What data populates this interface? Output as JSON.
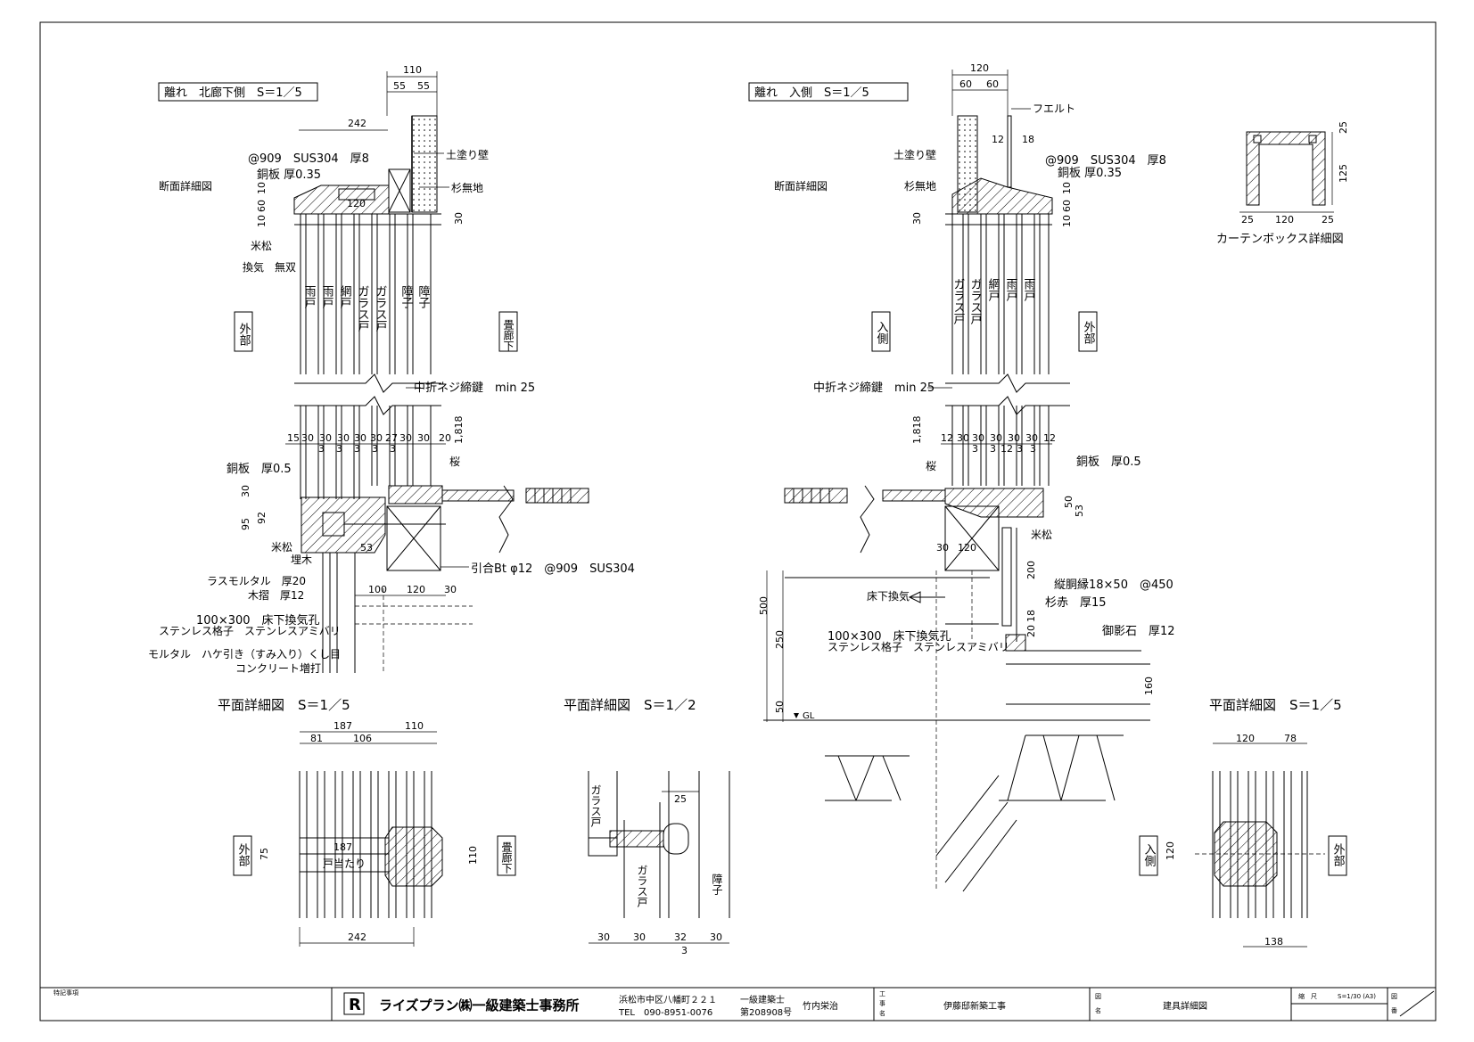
{
  "views": {
    "left_title": "離れ　北廊下側　S＝1／5",
    "right_title": "離れ　入側　S＝1／5",
    "section_label": "断面詳細図",
    "curtain_box_label": "カーテンボックス詳細図",
    "plan_left_title": "平面詳細図　S＝1／5",
    "plan_mid_title": "平面詳細図　S＝1／2",
    "plan_right_title": "平面詳細図　S＝1／5"
  },
  "left_labels": {
    "tsuchinuri": "土塗り壁",
    "sugi": "杉無地",
    "sus": "@909　SUS304　厚8",
    "douban_top": "銅板 厚0.35",
    "beimatsu": "米松",
    "kanki": "換気　無双",
    "nakaori": "中折ネジ締鍵　min 25",
    "douban_bottom": "銅板　厚0.5",
    "sakura": "桜",
    "beimatsu2": "米松",
    "umegi": "埋木",
    "hikiai": "引合Bt φ12　@909　SUS304",
    "lath": "ラスモルタル　厚20",
    "kizuri": "木摺　厚12",
    "vent1": "100×300　床下換気孔",
    "vent2": "ステンレス格子　ステンレスアミバリ",
    "mortar": "モルタル　ハケ引き（すみ入り）くし目",
    "concrete": "コンクリート増打",
    "gaibu": "外部",
    "tatami": "畳廊下",
    "doors": [
      "雨戸",
      "雨戸",
      "網戸",
      "ガラス戸",
      "ガラス戸",
      "障子",
      "障子"
    ]
  },
  "right_labels": {
    "felt": "フエルト",
    "tsuchinuri": "土塗り壁",
    "sugi": "杉無地",
    "sus": "@909　SUS304　厚8",
    "douban_top": "銅板 厚0.35",
    "nakaori": "中折ネジ締鍵　min 25",
    "sakura": "桜",
    "douban_bottom": "銅板　厚0.5",
    "beimatsu": "米松",
    "yukashita": "床下換気",
    "neda": "縦胴縁18×50　@450",
    "sugiaka": "杉赤　厚15",
    "mikage": "御影石　厚12",
    "vent1": "100×300　床下換気孔",
    "vent2": "ステンレス格子　ステンレスアミバリ",
    "iri": "入側",
    "gaibu": "外部",
    "gl": "GL",
    "doors": [
      "ガラス戸",
      "ガラス戸",
      "網戸",
      "雨戸",
      "雨戸"
    ]
  },
  "dims_left": {
    "d110": "110",
    "d55a": "55",
    "d55b": "55",
    "d242": "242",
    "d120": "120",
    "d10": "10",
    "d60": "60",
    "d10b": "10",
    "d30": "30",
    "d1818": "1,818",
    "row": [
      "15",
      "30",
      "30",
      "30",
      "30",
      "30",
      "27",
      "30",
      "30",
      "20"
    ],
    "row2": [
      "3",
      "3",
      "3",
      "3",
      "3"
    ],
    "d30b": "30",
    "d3": "3",
    "d95": "95",
    "d92": "92",
    "d53": "53",
    "d100": "100",
    "d120b": "120",
    "d30c": "30"
  },
  "dims_right": {
    "d120": "120",
    "d60a": "60",
    "d60b": "60",
    "d12": "12",
    "d18": "18",
    "d10": "10",
    "d60": "60",
    "d10b": "10",
    "d30": "30",
    "d1818": "1,818",
    "row": [
      "12",
      "30",
      "30",
      "30",
      "30",
      "30",
      "12"
    ],
    "row2": [
      "3",
      "3",
      "12",
      "3",
      "3"
    ],
    "d50": "50",
    "d53": "53",
    "d30b": "30",
    "d30c": "30",
    "d120b": "120",
    "d200": "200",
    "d18b": "18",
    "d20": "20",
    "d500": "500",
    "d250": "250",
    "d50b": "50",
    "d160": "160"
  },
  "curtain_dims": {
    "w120": "120",
    "w25a": "25",
    "w25b": "25",
    "h25": "25",
    "h125": "125"
  },
  "plan_left": {
    "d187": "187",
    "d110": "110",
    "d81": "81",
    "d106": "106",
    "d187b": "187",
    "d75": "75",
    "d110b": "110",
    "d242": "242",
    "todatari": "戸当たり",
    "gaibu": "外部",
    "tatami": "畳廊下"
  },
  "plan_mid": {
    "glass1": "ガラス戸",
    "glass2": "ガラス戸",
    "shoji": "障子",
    "d25": "25",
    "d30a": "30",
    "d30b": "30",
    "d32": "32",
    "d30c": "30",
    "d3": "3"
  },
  "plan_right": {
    "d120": "120",
    "d78": "78",
    "d120b": "120",
    "d138": "138",
    "iri": "入側",
    "gaibu": "外部"
  },
  "title_block": {
    "notes_label": "特記事項",
    "company": "ライズプラン㈱一級建築士事務所",
    "address": "浜松市中区八幡町２２１",
    "tel": "TEL　090-8951-0076",
    "license1": "一級建築士",
    "license2": "第208908号",
    "architect": "竹内栄治",
    "project_label1": "工",
    "project_label2": "事",
    "project_label3": "名",
    "project": "伊藤邸新築工事",
    "drawing_label1": "図",
    "drawing_label2": "名",
    "drawing": "建具詳細図",
    "scale_label": "縮　尺",
    "scale": "S=1/30 (A3)",
    "number_label1": "図",
    "number_label2": "番"
  }
}
